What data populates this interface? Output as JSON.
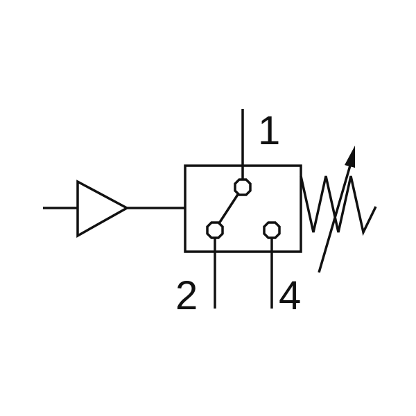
{
  "diagram": {
    "type": "pneumatic pressure switch symbol",
    "port_labels": {
      "port1": "1",
      "port2": "2",
      "port4": "4"
    },
    "colors": {
      "line": "#111111",
      "background": "#ffffff"
    },
    "components": [
      "signal-input-line",
      "amplifier-triangle",
      "switch-housing",
      "switch-contact-lever",
      "adjustable-spring"
    ]
  }
}
